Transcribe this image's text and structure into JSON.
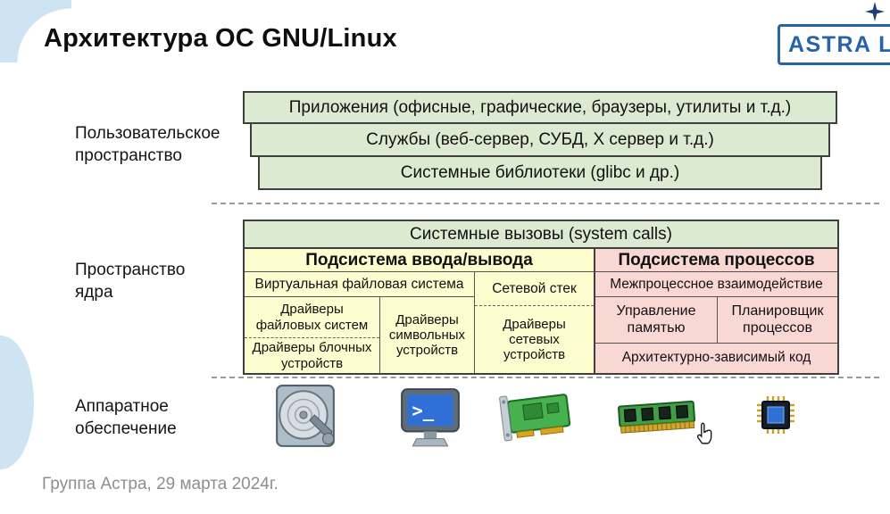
{
  "title": "Архитектура ОС GNU/Linux",
  "logo": {
    "text": "ASTRA LINUX"
  },
  "labels": {
    "user_space": "Пользовательское пространство",
    "kernel_space": "Пространство ядра",
    "hardware": "Аппаратное обеспечение"
  },
  "user_space": {
    "rows": [
      "Приложения (офисные, графические, браузеры, утилиты и т.д.)",
      "Службы (веб-сервер, СУБД, X сервер и т.д.)",
      "Системные библиотеки (glibc и др.)"
    ]
  },
  "kernel": {
    "syscalls": "Системные вызовы (system calls)",
    "io": {
      "header": "Подсистема ввода/вывода",
      "vfs": "Виртуальная файловая система",
      "net_stack": "Сетевой стек",
      "fs_drivers": "Драйверы файловых систем",
      "block_drivers": "Драйверы блочных устройств",
      "char_drivers": "Драйверы символьных устройств",
      "net_drivers": "Драйверы сетевых устройств"
    },
    "process": {
      "header": "Подсистема процессов",
      "ipc": "Межпроцессное взаимодействие",
      "memory": "Управление памятью",
      "scheduler": "Планировщик процессов",
      "arch": "Архитектурно-зависимый код"
    }
  },
  "hardware_icons": [
    "hdd-icon",
    "terminal-icon",
    "network-card-icon",
    "ram-icon",
    "cpu-icon"
  ],
  "footer": "Группа Астра, 29 марта 2024г.",
  "colors": {
    "user_space_fill": "#dcead2",
    "io_fill": "#fdfdd0",
    "process_fill": "#f9d8d4",
    "accent_blue": "#2862a8",
    "background_blob": "#cfe4f3"
  }
}
